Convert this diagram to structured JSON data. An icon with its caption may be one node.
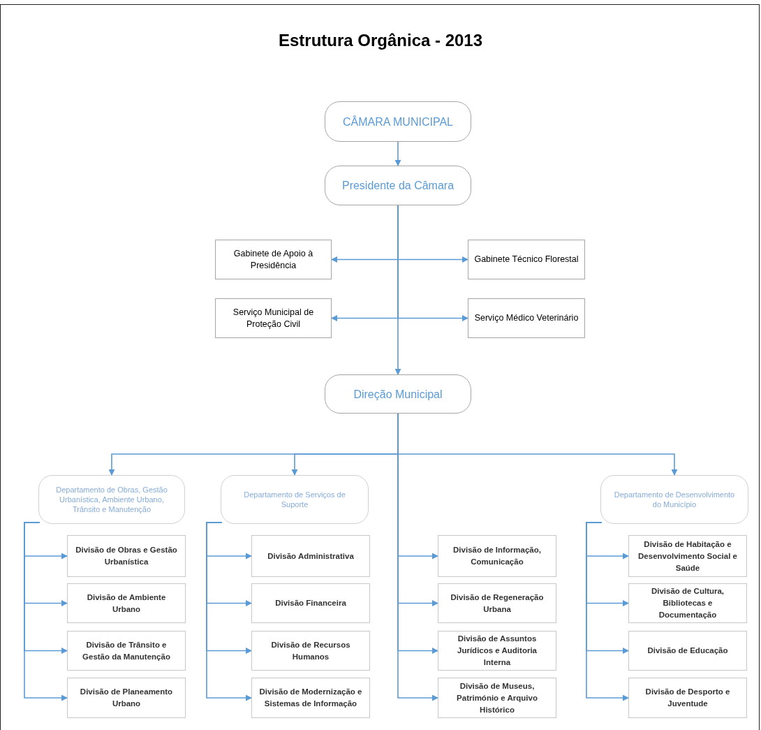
{
  "diagram": {
    "title": "Estrutura Orgânica - 2013",
    "nodes": [
      {
        "text": [
          "CÂMARA MUNICIPAL"
        ]
      },
      {
        "text": [
          "Presidente da Câmara"
        ]
      },
      {
        "text": [
          "Gabinete de Apoio à Presidência"
        ]
      },
      {
        "text": [
          "Gabinete Técnico Florestal"
        ]
      },
      {
        "text": [
          "Serviço Municipal de Proteção Civil"
        ]
      },
      {
        "text": [
          "Serviço Médico Veterinário"
        ]
      },
      {
        "text": [
          "Direção Municipal"
        ]
      },
      {
        "text": [
          "Departamento de Obras, Gestão Urbanística, Ambiente Urbano, Trânsito e Manutenção"
        ]
      },
      {
        "text": [
          "Departamento de Serviços de Suporte"
        ]
      },
      {
        "text": [
          "Departamento de Desenvolvimento do Município"
        ]
      },
      {
        "text": [
          "Divisão de Obras e Gestão Urbanística"
        ]
      },
      {
        "text": [
          "Divisão de Ambiente Urbano"
        ]
      },
      {
        "text": [
          "Divisão de Trânsito e Gestão da Manutenção"
        ]
      },
      {
        "text": [
          "Divisão de Planeamento Urbano"
        ]
      },
      {
        "text": [
          "Divisão Administrativa"
        ]
      },
      {
        "text": [
          "Divisão Financeira"
        ]
      },
      {
        "text": [
          "Divisão de Recursos Humanos"
        ]
      },
      {
        "text": [
          "Divisão de Modernização e Sistemas de Informação"
        ]
      },
      {
        "text": [
          "Divisão de Informação, Comunicação"
        ]
      },
      {
        "text": [
          "Divisão de Regeneração Urbana"
        ]
      },
      {
        "text": [
          "Divisão de Assuntos Jurídicos e Auditoria Interna"
        ]
      },
      {
        "text": [
          "Divisão de Museus, Património e Arquivo Histórico"
        ]
      },
      {
        "text": [
          "Divisão de Habitação e Desenvolvimento Social e Saúde"
        ]
      },
      {
        "text": [
          "Divisão de Cultura, Bibliotecas e Documentação"
        ]
      },
      {
        "text": [
          "Divisão de Educação"
        ]
      },
      {
        "text": [
          "Divisão de Desporto e Juventude"
        ]
      }
    ],
    "edges": [
      {
        "from": 0,
        "to": 1,
        "arrow": "to"
      },
      {
        "from": 1,
        "to": 2,
        "arrow": "to"
      },
      {
        "from": 1,
        "to": 3,
        "arrow": "to"
      },
      {
        "from": 1,
        "to": 4,
        "arrow": "to"
      },
      {
        "from": 1,
        "to": 5,
        "arrow": "to"
      },
      {
        "from": 1,
        "to": 6,
        "arrow": "to"
      },
      {
        "from": 6,
        "to": 7,
        "arrow": "to"
      },
      {
        "from": 6,
        "to": 8,
        "arrow": "to"
      },
      {
        "from": 6,
        "to": 9,
        "arrow": "to"
      },
      {
        "from": 6,
        "to": 18,
        "arrow": "to"
      },
      {
        "from": 6,
        "to": 19,
        "arrow": "to"
      },
      {
        "from": 6,
        "to": 20,
        "arrow": "to"
      },
      {
        "from": 6,
        "to": 21,
        "arrow": "to"
      },
      {
        "from": 7,
        "to": 10,
        "arrow": "to"
      },
      {
        "from": 7,
        "to": 11,
        "arrow": "to"
      },
      {
        "from": 7,
        "to": 12,
        "arrow": "to"
      },
      {
        "from": 7,
        "to": 13,
        "arrow": "to"
      },
      {
        "from": 8,
        "to": 14,
        "arrow": "to"
      },
      {
        "from": 8,
        "to": 15,
        "arrow": "to"
      },
      {
        "from": 8,
        "to": 16,
        "arrow": "to"
      },
      {
        "from": 8,
        "to": 17,
        "arrow": "to"
      },
      {
        "from": 9,
        "to": 22,
        "arrow": "to"
      },
      {
        "from": 9,
        "to": 23,
        "arrow": "to"
      },
      {
        "from": 9,
        "to": 24,
        "arrow": "to"
      },
      {
        "from": 9,
        "to": 25,
        "arrow": "to"
      }
    ]
  }
}
